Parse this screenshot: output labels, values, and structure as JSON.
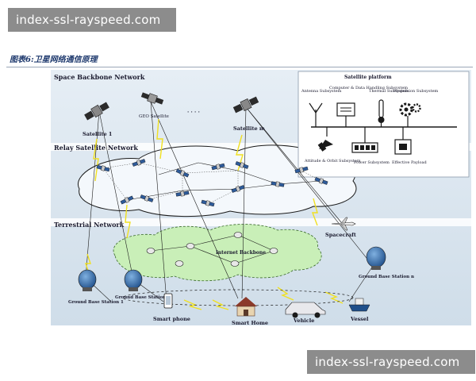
{
  "watermarks": {
    "top": "index-ssl-rayspeed.com",
    "bottom": "index-ssl-rayspeed.com"
  },
  "caption": "图表6:卫星网络通信原理",
  "sections": {
    "space": "Space Backbone Network",
    "relay": "Relay Satellite Network",
    "terrestrial": "Terrestrial Network"
  },
  "space_nodes": {
    "satellite_1": "Satellite 1",
    "geo": "GEO Satellite",
    "ellipsis": "· · · ·",
    "satellite_m": "Satellite m"
  },
  "platform": {
    "title": "Satellite platform",
    "subsystems": [
      "Antenna Subsystem",
      "Computer & Data Handling Subsystem",
      "Thermal Subsystem",
      "Propulsion Subsystem",
      "Attitude & Orbit Subsystem",
      "Power Subsystem",
      "Effective Payload"
    ]
  },
  "terrestrial_nodes": {
    "internet_backbone": "Internet Backbone",
    "spacecraft": "Spacecraft",
    "gbs1": "Ground Base Station 1",
    "gbs2": "Ground Base Station 2",
    "gbsn": "Ground Base Station n",
    "smart_phone": "Smart phone",
    "smart_home": "Smart Home",
    "vehicle": "Vehicle",
    "vessel": "Vessel"
  },
  "colors": {
    "background": "#dde8f0",
    "band": "#ffffff",
    "cloud_relay": "#f4f8fc",
    "cloud_terrestrial": "#c9efb8",
    "link_lightning": "#f0e020",
    "link_line": "#1a1a1a",
    "accent": "#1f3a6e"
  }
}
